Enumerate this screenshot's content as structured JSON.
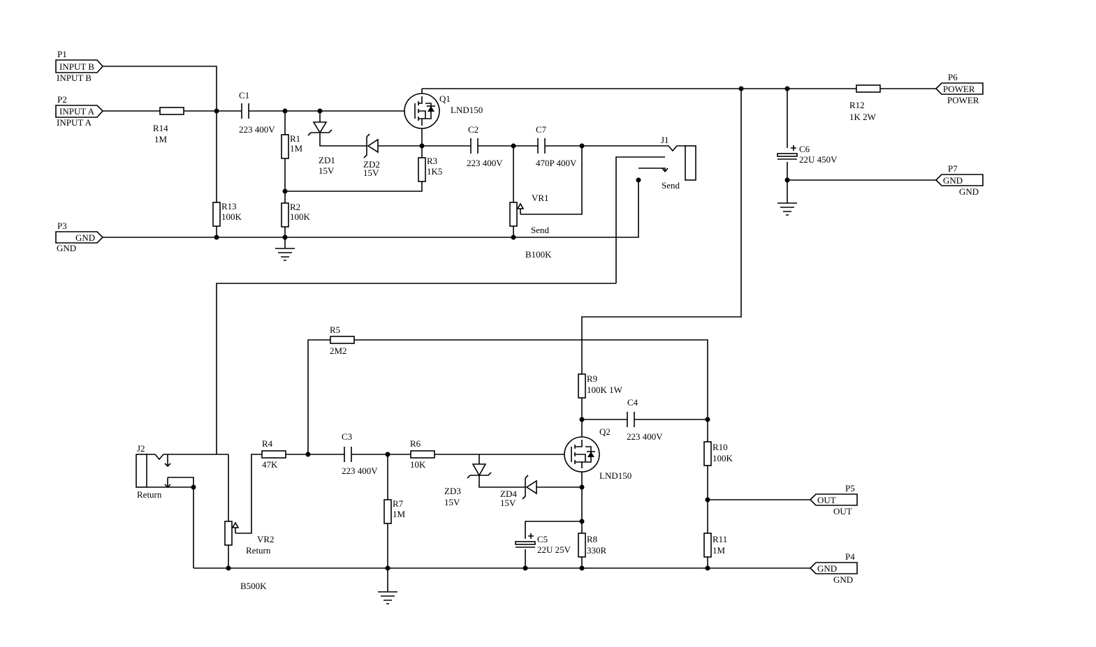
{
  "colors": {
    "wire": "#000000",
    "background": "#ffffff"
  },
  "ports": {
    "p1": {
      "ref": "P1",
      "label": "INPUT B",
      "net": "INPUT B"
    },
    "p2": {
      "ref": "P2",
      "label": "INPUT A",
      "net": "INPUT A"
    },
    "p3": {
      "ref": "P3",
      "label": "GND",
      "net": "GND"
    },
    "p4": {
      "ref": "P4",
      "label": "GND",
      "net": "GND"
    },
    "p5": {
      "ref": "P5",
      "label": "OUT",
      "net": "OUT"
    },
    "p6": {
      "ref": "P6",
      "label": "POWER",
      "net": "POWER"
    },
    "p7": {
      "ref": "P7",
      "label": "GND",
      "net": "GND"
    }
  },
  "components": {
    "c1": {
      "ref": "C1",
      "value": "223 400V"
    },
    "c2": {
      "ref": "C2",
      "value": "223 400V"
    },
    "c3": {
      "ref": "C3",
      "value": "223 400V"
    },
    "c4": {
      "ref": "C4",
      "value": "223 400V"
    },
    "c5": {
      "ref": "C5",
      "value": "22U 25V"
    },
    "c6": {
      "ref": "C6",
      "value": "22U 450V"
    },
    "c7": {
      "ref": "C7",
      "value": "470P 400V"
    },
    "r1": {
      "ref": "R1",
      "value": "1M"
    },
    "r2": {
      "ref": "R2",
      "value": "100K"
    },
    "r3": {
      "ref": "R3",
      "value": "1K5"
    },
    "r4": {
      "ref": "R4",
      "value": "47K"
    },
    "r5": {
      "ref": "R5",
      "value": "2M2"
    },
    "r6": {
      "ref": "R6",
      "value": "10K"
    },
    "r7": {
      "ref": "R7",
      "value": "1M"
    },
    "r8": {
      "ref": "R8",
      "value": "330R"
    },
    "r9": {
      "ref": "R9",
      "value": "100K 1W"
    },
    "r10": {
      "ref": "R10",
      "value": "100K"
    },
    "r11": {
      "ref": "R11",
      "value": "1M"
    },
    "r12": {
      "ref": "R12",
      "value": "1K 2W"
    },
    "r13": {
      "ref": "R13",
      "value": "100K"
    },
    "r14": {
      "ref": "R14",
      "value": "1M"
    },
    "zd1": {
      "ref": "ZD1",
      "value": "15V"
    },
    "zd2": {
      "ref": "ZD2",
      "value": "15V"
    },
    "zd3": {
      "ref": "ZD3",
      "value": "15V"
    },
    "zd4": {
      "ref": "ZD4",
      "value": "15V"
    },
    "q1": {
      "ref": "Q1",
      "value": "LND150"
    },
    "q2": {
      "ref": "Q2",
      "value": "LND150"
    },
    "vr1": {
      "ref": "VR1",
      "name": "Send",
      "value": "B100K"
    },
    "vr2": {
      "ref": "VR2",
      "name": "Return",
      "value": "B500K"
    },
    "j1": {
      "ref": "J1",
      "name": "Send"
    },
    "j2": {
      "ref": "J2",
      "name": "Return"
    }
  }
}
